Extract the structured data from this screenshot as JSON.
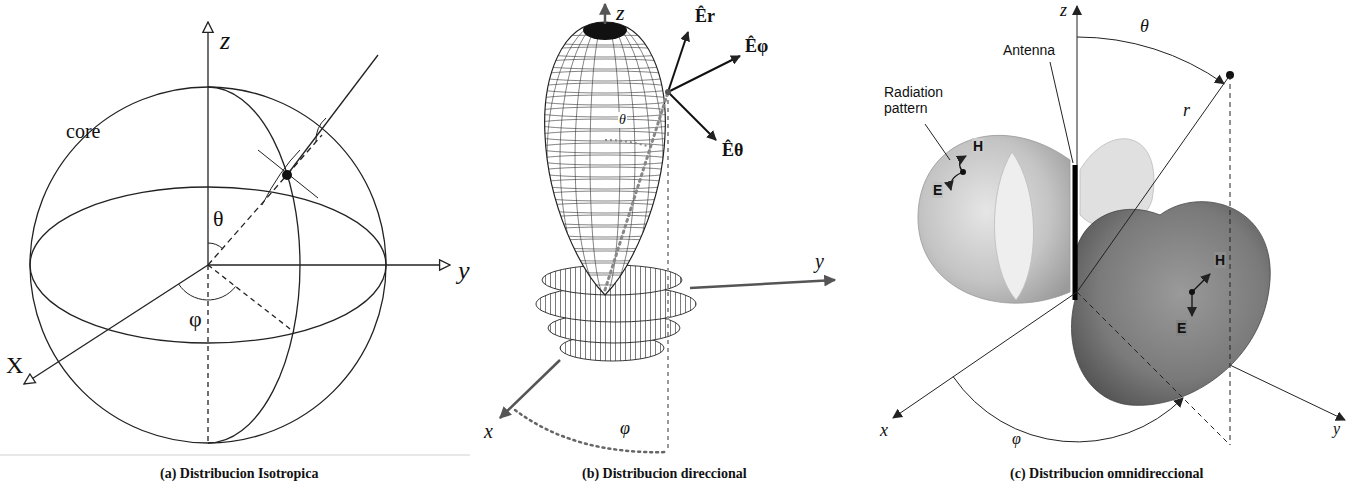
{
  "diagram": {
    "labels": [
      "z",
      "core",
      "θ",
      "y",
      "X",
      "φ",
      "(a) Distribucion Isotropica",
      "z",
      "Êr",
      "Êφ",
      "θ",
      "Êθ",
      "y",
      "x",
      "φ",
      "(b) Distribucion direccional",
      "z",
      "Antenna",
      "θ",
      "Radiation pattern",
      "r",
      "H",
      "E",
      "H",
      "E",
      "x",
      "φ",
      "y",
      "(c) Distribucion omnidireccional"
    ]
  }
}
